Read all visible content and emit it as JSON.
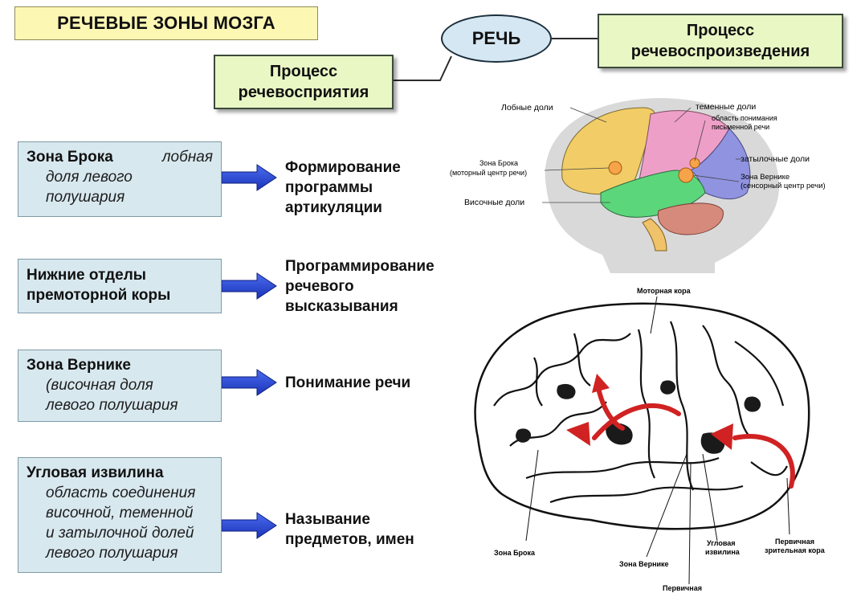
{
  "title": "РЕЧЕВЫЕ ЗОНЫ МОЗГА",
  "center": "РЕЧЬ",
  "perception": {
    "line1": "Процесс",
    "line2": "речевосприятия"
  },
  "production": {
    "line1": "Процесс",
    "line2": "речевоспроизведения"
  },
  "zones": [
    {
      "name": "Зона Брока",
      "name_suffix": "лобная",
      "desc": [
        "доля левого",
        "полушария"
      ],
      "function": [
        "Формирование",
        "программы",
        "артикуляции"
      ]
    },
    {
      "name_lines": [
        "Нижние отделы",
        "премоторной коры"
      ],
      "function": [
        "Программирование",
        "речевого",
        "высказывания"
      ]
    },
    {
      "name": "Зона Вернике",
      "desc": [
        "(височная доля",
        "левого полушария"
      ],
      "function": [
        "Понимание речи"
      ]
    },
    {
      "name": "Угловая извилина",
      "desc": [
        "область  соединения",
        "височной, теменной",
        "и затылочной долей",
        "левого полушария"
      ],
      "function": [
        "Называние",
        "предметов, имен"
      ]
    }
  ],
  "top_brain_labels": {
    "frontal": "Лобные доли",
    "parietal": "теменные доли",
    "written": [
      "область понимания",
      "письменной речи"
    ],
    "broca": [
      "Зона Брока",
      "(моторный центр речи)"
    ],
    "occipital": "затылочные доли",
    "wernicke": [
      "Зона Вернике",
      "(сенсорный центр речи)"
    ],
    "temporal": "Височные доли"
  },
  "bottom_brain_labels": {
    "motor": "Моторная кора",
    "broca": "Зона Брока",
    "wernicke": "Зона Вернике",
    "angular": [
      "Угловая",
      "извилина"
    ],
    "visual": [
      "Первичная",
      "зрительная кора"
    ],
    "primary": "Первичная"
  },
  "colors": {
    "title_bg": "#fdf7b4",
    "green_box": "#e8f7c4",
    "ellipse": "#d5e7f2",
    "zone_box": "#d8e8ef",
    "arrow": "#2a47d8",
    "red_arrow": "#d02222",
    "frontal": "#f2cc66",
    "parietal": "#ee9fc8",
    "occipital": "#8f93e0",
    "temporal": "#5cd67b",
    "cerebellum": "#d68a7b",
    "stem": "#f0c26a"
  }
}
